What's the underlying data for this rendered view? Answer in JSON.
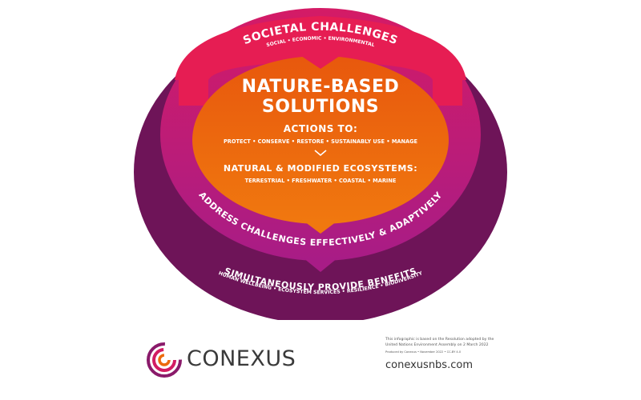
{
  "diagram": {
    "outer_ring": {
      "title": "SIMULTANEOUSLY PROVIDE BENEFITS",
      "subtitle": "HUMAN WELLBEING • ECOSYSTEM SERVICES • RESILIENCE • BIODIVERSITY",
      "color": "#6e1458"
    },
    "middle_ring": {
      "title": "ADDRESS CHALLENGES EFFECTIVELY & ADAPTIVELY",
      "color": "#b51c7c"
    },
    "top_band": {
      "title": "SOCIETAL CHALLENGES",
      "subtitle": "SOCIAL • ECONOMIC • ENVIRONMENTAL",
      "color": "#e61d53"
    },
    "core": {
      "title_line1": "NATURE-BASED",
      "title_line2": "SOLUTIONS",
      "actions_heading": "ACTIONS TO:",
      "actions_list": "PROTECT • CONSERVE • RESTORE • SUSTAINABLY USE • MANAGE",
      "ecosystems_heading": "NATURAL & MODIFIED ECOSYSTEMS:",
      "ecosystems_list": "TERRESTRIAL • FRESHWATER • COASTAL • MARINE",
      "color": "#ec6a0c"
    }
  },
  "footer": {
    "brand": "CONEXUS",
    "note_line1": "This infographic is based on the Resolution adopted by the",
    "note_line2": "United Nations Environment Assembly on 2 March 2022",
    "credit": "Produced by Conexus • November 2022 • CC-BY 4.0",
    "url": "conexusnbs.com"
  }
}
